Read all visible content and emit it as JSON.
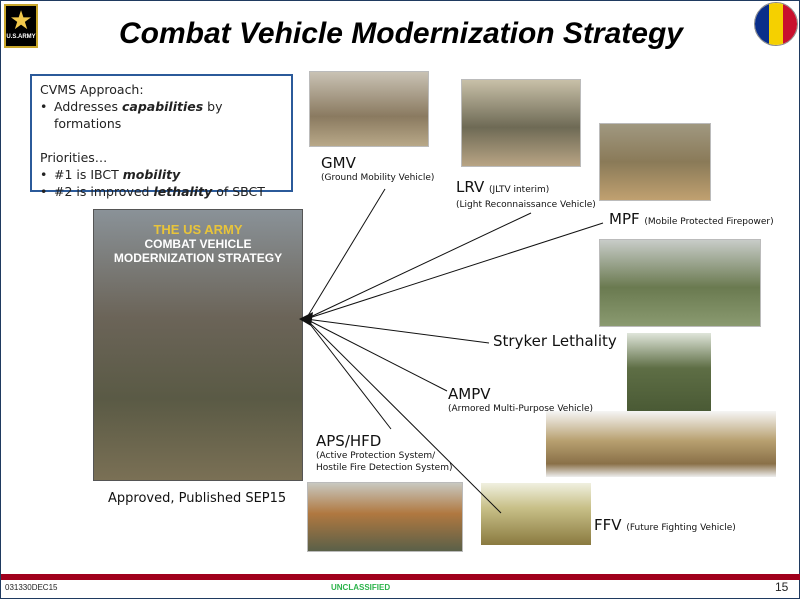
{
  "title": "Combat Vehicle Modernization Strategy",
  "logo_text": "U.S.ARMY",
  "approach": {
    "heading": "CVMS Approach:",
    "bullet1_pre": "Addresses ",
    "bullet1_em": "capabilities",
    "bullet1_post": " by formations",
    "priorities": "Priorities…",
    "p1_pre": "#1 is IBCT ",
    "p1_em": "mobility",
    "p2_pre": "#2 is improved ",
    "p2_em": "lethality",
    "p2_post": " of SBCT"
  },
  "cover": {
    "line1": "THE US ARMY",
    "line2": "COMBAT VEHICLE",
    "line3": "MODERNIZATION STRATEGY"
  },
  "caption": "Approved, Published SEP15",
  "vehicles": {
    "gmv": {
      "name": "GMV",
      "desc": "(Ground Mobility Vehicle)"
    },
    "lrv": {
      "name": "LRV",
      "note": "(JLTV interim)",
      "desc": "(Light Reconnaissance Vehicle)"
    },
    "mpf": {
      "name": "MPF",
      "desc": "(Mobile Protected Firepower)"
    },
    "stryker": {
      "name": "Stryker Lethality"
    },
    "ampv": {
      "name": "AMPV",
      "desc": "(Armored Multi-Purpose Vehicle)"
    },
    "aps": {
      "name": "APS/HFD",
      "desc1": "(Active Protection System/",
      "desc2": "Hostile Fire Detection System)"
    },
    "ffv": {
      "name": "FFV",
      "desc": "(Future Fighting Vehicle)"
    }
  },
  "footer": {
    "dtg": "031330DEC15",
    "classification": "UNCLASSIFIED",
    "page": "15"
  },
  "colors": {
    "footer_bar": "#a0001c",
    "box_border": "#2b5a9a",
    "classification": "#2bb34a"
  }
}
